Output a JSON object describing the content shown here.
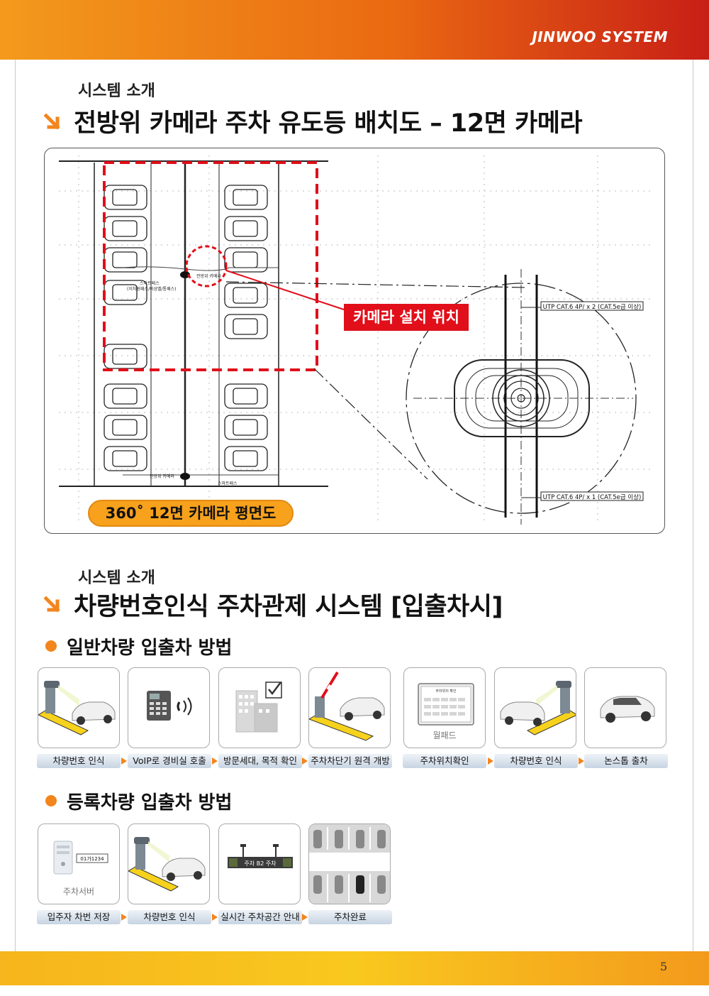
{
  "header": {
    "brand": "JINWOO SYSTEM"
  },
  "section1": {
    "subtitle": "시스템 소개",
    "title": "전방위 카메라 주차 유도등 배치도 – 12면 카메라",
    "diagram": {
      "camera_location_label": "카메라 설치 위치",
      "plan_label": "360˚ 12면 카메라 평면도",
      "cable_top": "UTP CAT.6 4P/ x 2 (CAT.5e급 이상)",
      "cable_bottom": "UTP CAT.6 4P/ x 1 (CAT.5e급 이상)",
      "tag_camera": "전방위 카메라",
      "tag_smartpass": "스마트패스",
      "tag_smartpass_detail": "(이차원패스/비상벨/통패스)",
      "tag_camera_bottom": "전방위 카메라",
      "tag_smartpass_bottom": "스마트패스"
    }
  },
  "section2": {
    "subtitle": "시스템 소개",
    "title": "차량번호인식 주차관제 시스템  [입출차시]"
  },
  "general": {
    "title": "일반차량 입출차 방법",
    "steps": [
      {
        "label": "차량번호 인식",
        "icon": "lpr-camera-car-icon"
      },
      {
        "label": "VoIP로 경비실 호출",
        "icon": "voip-phone-icon"
      },
      {
        "label": "방문세대, 목적 확인",
        "icon": "building-check-icon"
      },
      {
        "label": "주차차단기 원격 개방",
        "icon": "barrier-open-icon"
      },
      {
        "label": "주차위치확인",
        "icon": "wallpad-icon",
        "caption": "월패드",
        "screen_title": "주차위치 확인"
      },
      {
        "label": "차량번호 인식",
        "icon": "lpr-camera-car-icon"
      },
      {
        "label": "논스톱 출차",
        "icon": "car-exit-icon"
      }
    ]
  },
  "registered": {
    "title": "등록차량 입출차 방법",
    "steps": [
      {
        "label": "입주자 차번 저장",
        "icon": "parking-server-icon",
        "caption": "주차서버",
        "plate": "01가1234"
      },
      {
        "label": "차량번호 인식",
        "icon": "lpr-camera-car-icon"
      },
      {
        "label": "실시간 주차공간 안내",
        "icon": "guidance-sign-icon",
        "sign": "주차  B2  주차"
      },
      {
        "label": "주차완료",
        "icon": "parking-lot-icon"
      }
    ]
  },
  "footer": {
    "page_number": "5"
  },
  "colors": {
    "accent_orange": "#f3851d",
    "accent_red": "#e10f1a",
    "header_end": "#c81f16"
  }
}
